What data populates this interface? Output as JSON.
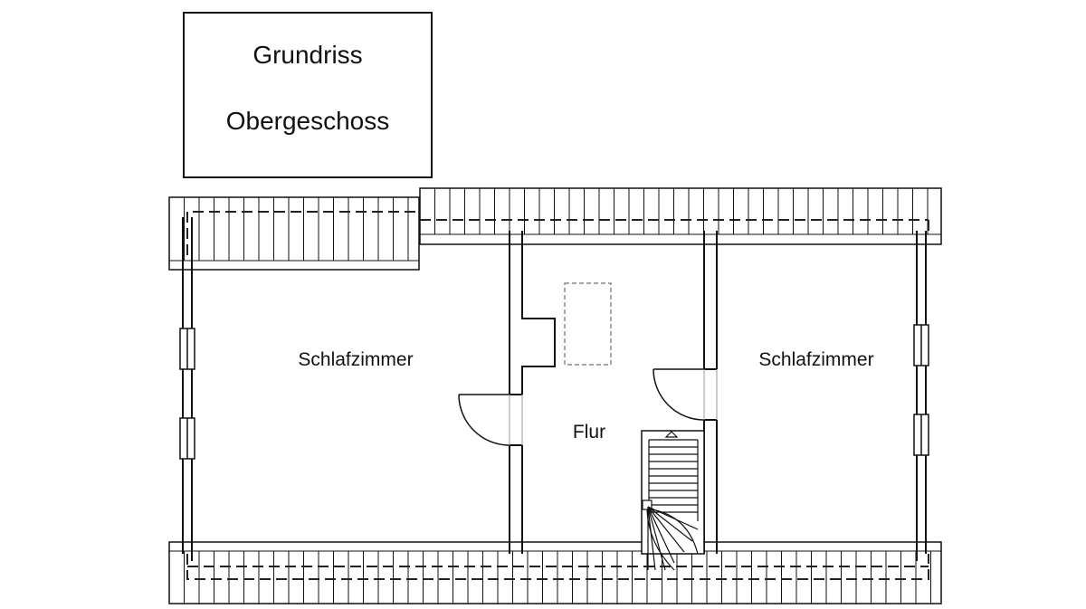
{
  "title": {
    "line1": "Grundriss",
    "line2": "Obergeschoss"
  },
  "rooms": {
    "left": "Schlafzimmer",
    "hall": "Flur",
    "right": "Schlafzimmer"
  },
  "colors": {
    "line": "#111111",
    "dashed": "#222222",
    "skylight": "#888888"
  }
}
